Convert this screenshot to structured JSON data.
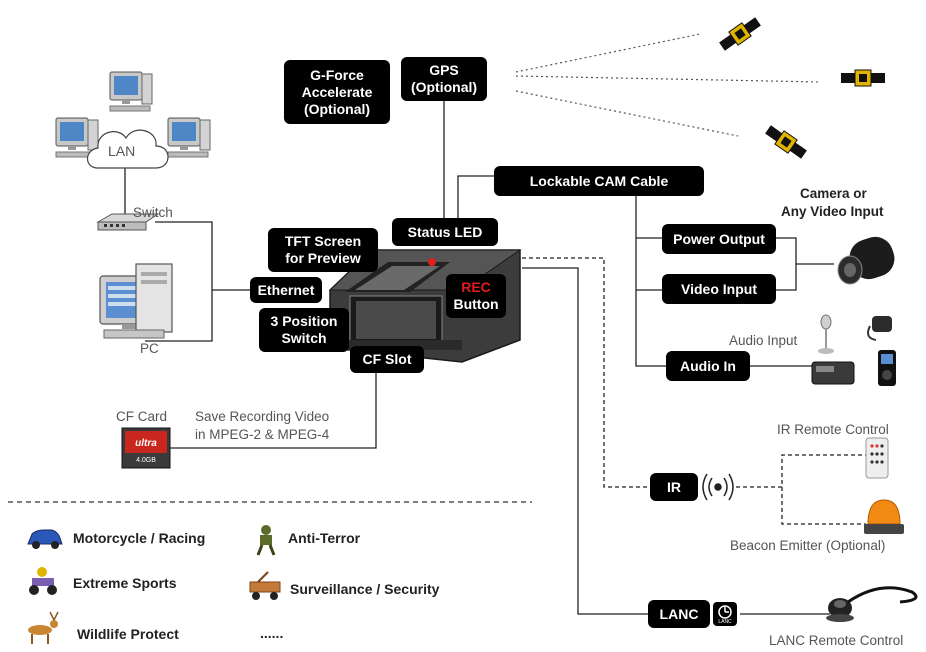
{
  "boxes": {
    "gforce": [
      "G-Force",
      "Accelerate",
      "(Optional)"
    ],
    "gps": [
      "GPS",
      "(Optional)"
    ],
    "cam_cable": "Lockable CAM Cable",
    "status_led": "Status LED",
    "tft": [
      "TFT Screen",
      "for Preview"
    ],
    "ethernet": "Ethernet",
    "switch3": [
      "3 Position",
      "Switch"
    ],
    "cf_slot": "CF Slot",
    "rec": [
      "REC",
      "Button"
    ],
    "power_output": "Power Output",
    "video_input": "Video Input",
    "audio_in": "Audio In",
    "ir": "IR",
    "lanc": "LANC"
  },
  "labels": {
    "lan": "LAN",
    "switch": "Switch",
    "pc": "PC",
    "cf_card": "CF Card",
    "save_recording": [
      "Save Recording Video",
      "in MPEG-2 & MPEG-4"
    ],
    "camera": [
      "Camera or",
      "Any Video Input"
    ],
    "audio_input": "Audio Input",
    "ir_remote": "IR Remote Control",
    "beacon": "Beacon Emitter (Optional)",
    "lanc_remote": "LANC Remote Control",
    "cf_brand": "ultra",
    "cf_size": "4.0GB",
    "lanc_logo": "LANC"
  },
  "legend": {
    "motorcycle": "Motorcycle / Racing",
    "extreme": "Extreme Sports",
    "wildlife": "Wildlife Protect",
    "anti_terror": "Anti-Terror",
    "surveillance": "Surveillance / Security",
    "more": "......"
  },
  "colors": {
    "box_bg": "#000000",
    "box_text": "#ffffff",
    "rec_highlight": "#e31b1b",
    "line": "#222222",
    "label_text": "#555555"
  }
}
